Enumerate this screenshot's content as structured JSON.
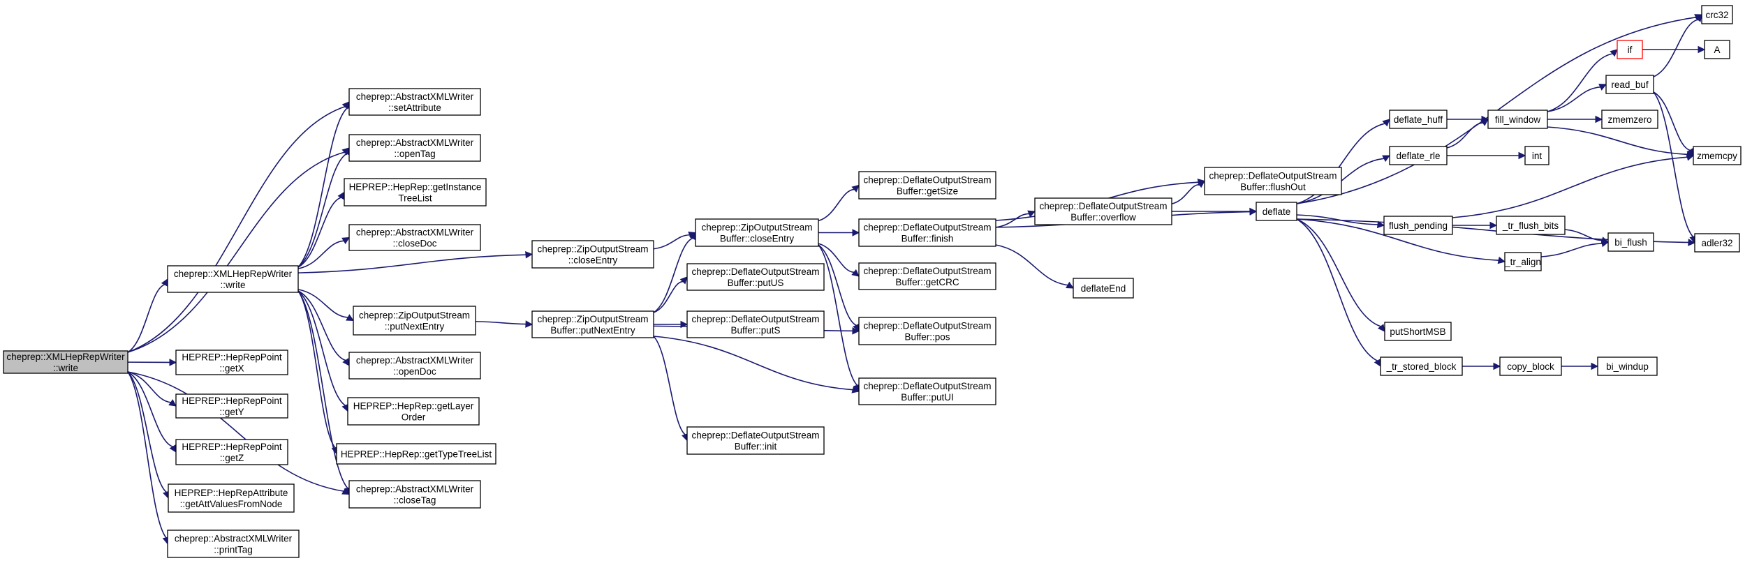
{
  "diagram": {
    "nodes": [
      {
        "id": "root",
        "lines": [
          "cheprep::XMLHepRepWriter",
          "::write"
        ]
      },
      {
        "id": "write2",
        "lines": [
          "cheprep::XMLHepRepWriter",
          "::write"
        ]
      },
      {
        "id": "getX",
        "lines": [
          "HEPREP::HepRepPoint",
          "::getX"
        ]
      },
      {
        "id": "getY",
        "lines": [
          "HEPREP::HepRepPoint",
          "::getY"
        ]
      },
      {
        "id": "getZ",
        "lines": [
          "HEPREP::HepRepPoint",
          "::getZ"
        ]
      },
      {
        "id": "getAtt",
        "lines": [
          "HEPREP::HepRepAttribute",
          "::getAttValuesFromNode"
        ]
      },
      {
        "id": "printTag",
        "lines": [
          "cheprep::AbstractXMLWriter",
          "::printTag"
        ]
      },
      {
        "id": "setAttr",
        "lines": [
          "cheprep::AbstractXMLWriter",
          "::setAttribute"
        ]
      },
      {
        "id": "openTag",
        "lines": [
          "cheprep::AbstractXMLWriter",
          "::openTag"
        ]
      },
      {
        "id": "getInst",
        "lines": [
          "HEPREP::HepRep::getInstance",
          "TreeList"
        ]
      },
      {
        "id": "closeDoc",
        "lines": [
          "cheprep::AbstractXMLWriter",
          "::closeDoc"
        ]
      },
      {
        "id": "zosPut",
        "lines": [
          "cheprep::ZipOutputStream",
          "::putNextEntry"
        ]
      },
      {
        "id": "openDoc",
        "lines": [
          "cheprep::AbstractXMLWriter",
          "::openDoc"
        ]
      },
      {
        "id": "getLayer",
        "lines": [
          "HEPREP::HepRep::getLayer",
          "Order"
        ]
      },
      {
        "id": "getType",
        "lines": [
          "HEPREP::HepRep::getTypeTreeList"
        ]
      },
      {
        "id": "closeTag",
        "lines": [
          "cheprep::AbstractXMLWriter",
          "::closeTag"
        ]
      },
      {
        "id": "zosClose",
        "lines": [
          "cheprep::ZipOutputStream",
          "::closeEntry"
        ]
      },
      {
        "id": "zosbClose",
        "lines": [
          "cheprep::ZipOutputStream",
          "Buffer::closeEntry"
        ]
      },
      {
        "id": "zosbPut",
        "lines": [
          "cheprep::ZipOutputStream",
          "Buffer::putNextEntry"
        ]
      },
      {
        "id": "dGetSize",
        "lines": [
          "cheprep::DeflateOutputStream",
          "Buffer::getSize"
        ]
      },
      {
        "id": "dFinish",
        "lines": [
          "cheprep::DeflateOutputStream",
          "Buffer::finish"
        ]
      },
      {
        "id": "dGetCRC",
        "lines": [
          "cheprep::DeflateOutputStream",
          "Buffer::getCRC"
        ]
      },
      {
        "id": "dPutUS",
        "lines": [
          "cheprep::DeflateOutputStream",
          "Buffer::putUS"
        ]
      },
      {
        "id": "dPutS",
        "lines": [
          "cheprep::DeflateOutputStream",
          "Buffer::putS"
        ]
      },
      {
        "id": "dPos",
        "lines": [
          "cheprep::DeflateOutputStream",
          "Buffer::pos"
        ]
      },
      {
        "id": "dPutUI",
        "lines": [
          "cheprep::DeflateOutputStream",
          "Buffer::putUI"
        ]
      },
      {
        "id": "dInit",
        "lines": [
          "cheprep::DeflateOutputStream",
          "Buffer::init"
        ]
      },
      {
        "id": "dFlushOut",
        "lines": [
          "cheprep::DeflateOutputStream",
          "Buffer::flushOut"
        ]
      },
      {
        "id": "dOverflow",
        "lines": [
          "cheprep::DeflateOutputStream",
          "Buffer::overflow"
        ]
      },
      {
        "id": "deflateEnd",
        "lines": [
          "deflateEnd"
        ]
      },
      {
        "id": "deflate",
        "lines": [
          "deflate"
        ]
      },
      {
        "id": "deflateHuff",
        "lines": [
          "deflate_huff"
        ]
      },
      {
        "id": "deflateRle",
        "lines": [
          "deflate_rle"
        ]
      },
      {
        "id": "flushPending",
        "lines": [
          "flush_pending"
        ]
      },
      {
        "id": "trAlign",
        "lines": [
          "_tr_align"
        ]
      },
      {
        "id": "putShortMSB",
        "lines": [
          "putShortMSB"
        ]
      },
      {
        "id": "trStored",
        "lines": [
          "_tr_stored_block"
        ]
      },
      {
        "id": "fillWindow",
        "lines": [
          "fill_window"
        ]
      },
      {
        "id": "int",
        "lines": [
          "int"
        ]
      },
      {
        "id": "trFlushBits",
        "lines": [
          "_tr_flush_bits"
        ]
      },
      {
        "id": "copyBlock",
        "lines": [
          "copy_block"
        ]
      },
      {
        "id": "if",
        "lines": [
          "if"
        ],
        "style": "red"
      },
      {
        "id": "readBuf",
        "lines": [
          "read_buf"
        ]
      },
      {
        "id": "zmemzero",
        "lines": [
          "zmemzero"
        ]
      },
      {
        "id": "biFlush",
        "lines": [
          "bi_flush"
        ]
      },
      {
        "id": "biWindup",
        "lines": [
          "bi_windup"
        ]
      },
      {
        "id": "crc32",
        "lines": [
          "crc32"
        ]
      },
      {
        "id": "A",
        "lines": [
          "A"
        ]
      },
      {
        "id": "zmemcpy",
        "lines": [
          "zmemcpy"
        ]
      },
      {
        "id": "adler32",
        "lines": [
          "adler32"
        ]
      }
    ],
    "edges": [
      [
        "root",
        "write2"
      ],
      [
        "root",
        "getX"
      ],
      [
        "root",
        "getY"
      ],
      [
        "root",
        "getZ"
      ],
      [
        "root",
        "getAtt"
      ],
      [
        "root",
        "printTag"
      ],
      [
        "root",
        "setAttr"
      ],
      [
        "root",
        "openTag"
      ],
      [
        "root",
        "closeTag"
      ],
      [
        "write2",
        "setAttr"
      ],
      [
        "write2",
        "openTag"
      ],
      [
        "write2",
        "getInst"
      ],
      [
        "write2",
        "closeDoc"
      ],
      [
        "write2",
        "zosClose"
      ],
      [
        "write2",
        "zosPut"
      ],
      [
        "write2",
        "openDoc"
      ],
      [
        "write2",
        "getLayer"
      ],
      [
        "write2",
        "getType"
      ],
      [
        "write2",
        "closeTag"
      ],
      [
        "zosClose",
        "zosbClose"
      ],
      [
        "zosPut",
        "zosbPut"
      ],
      [
        "zosbPut",
        "zosbClose"
      ],
      [
        "zosbPut",
        "dPutUS"
      ],
      [
        "zosbPut",
        "dPutS"
      ],
      [
        "zosbPut",
        "dPos"
      ],
      [
        "zosbPut",
        "dPutUI"
      ],
      [
        "zosbPut",
        "dInit"
      ],
      [
        "zosbClose",
        "dGetSize"
      ],
      [
        "zosbClose",
        "dFinish"
      ],
      [
        "zosbClose",
        "dGetCRC"
      ],
      [
        "zosbClose",
        "dPos"
      ],
      [
        "zosbClose",
        "dPutUI"
      ],
      [
        "dFinish",
        "dFlushOut"
      ],
      [
        "dFinish",
        "dOverflow"
      ],
      [
        "dFinish",
        "deflate"
      ],
      [
        "dFinish",
        "deflateEnd"
      ],
      [
        "dOverflow",
        "dFlushOut"
      ],
      [
        "dOverflow",
        "deflate"
      ],
      [
        "deflate",
        "crc32"
      ],
      [
        "deflate",
        "deflateHuff"
      ],
      [
        "deflate",
        "deflateRle"
      ],
      [
        "deflate",
        "flushPending"
      ],
      [
        "deflate",
        "trAlign"
      ],
      [
        "deflate",
        "adler32"
      ],
      [
        "deflate",
        "putShortMSB"
      ],
      [
        "deflate",
        "trStored"
      ],
      [
        "deflateHuff",
        "fillWindow"
      ],
      [
        "deflateRle",
        "fillWindow"
      ],
      [
        "deflateRle",
        "int"
      ],
      [
        "fillWindow",
        "readBuf"
      ],
      [
        "fillWindow",
        "zmemzero"
      ],
      [
        "fillWindow",
        "zmemcpy"
      ],
      [
        "fillWindow",
        "if"
      ],
      [
        "flushPending",
        "zmemcpy"
      ],
      [
        "flushPending",
        "trFlushBits"
      ],
      [
        "trFlushBits",
        "biFlush"
      ],
      [
        "trAlign",
        "biFlush"
      ],
      [
        "trStored",
        "copyBlock"
      ],
      [
        "copyBlock",
        "biWindup"
      ],
      [
        "if",
        "A"
      ],
      [
        "readBuf",
        "crc32"
      ],
      [
        "readBuf",
        "zmemcpy"
      ],
      [
        "readBuf",
        "adler32"
      ]
    ]
  }
}
